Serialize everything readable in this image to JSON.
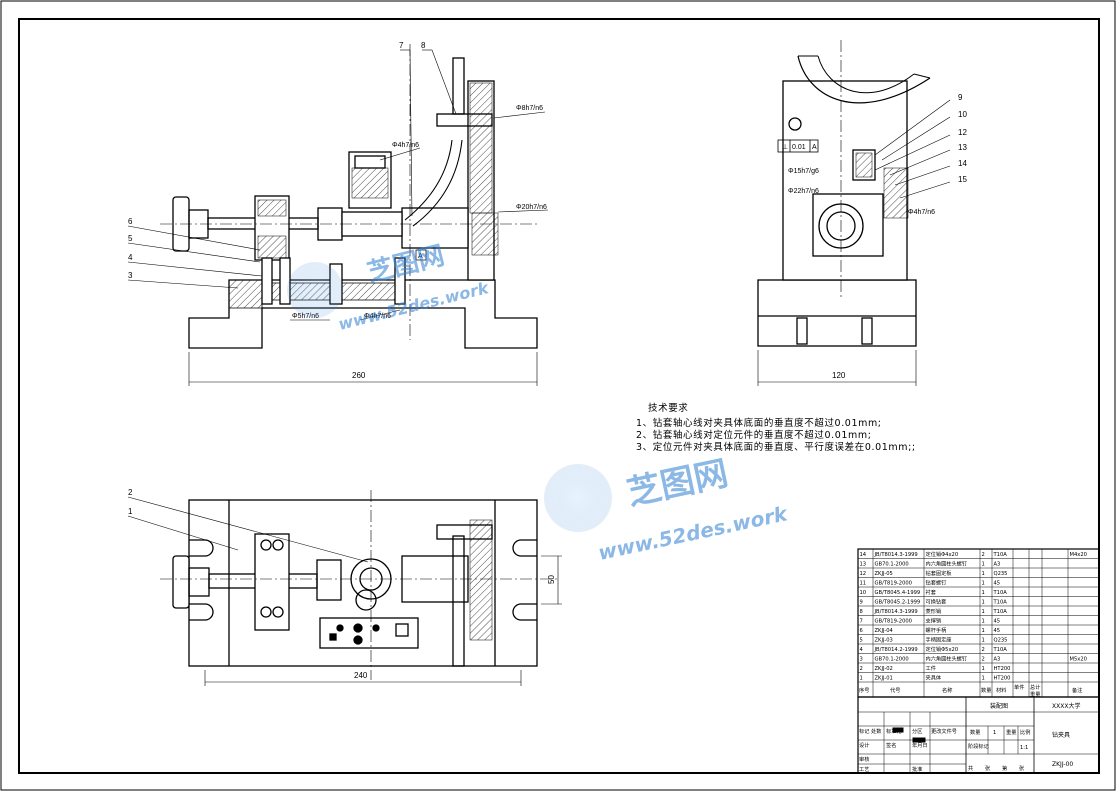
{
  "dimensions": {
    "front_width": "260",
    "side_width": "120",
    "top_width": "240",
    "top_height": "50",
    "fit_bushing_hole": "Φ8h7/n6",
    "fit_pin_upper": "Φ4h7/n6",
    "fit_support": "Φ20h7/n6",
    "fit_base_left": "Φ5h7/n6",
    "fit_base_right": "Φ4h7/n6",
    "fit_side_15": "Φ15h7/g6",
    "fit_side_22": "Φ22h7/n6",
    "fit_side_pin": "Φ4h7/n6",
    "tolerance_frame_value": "0.01",
    "tolerance_frame_datum": "A",
    "datum_mark": "A"
  },
  "balloons": {
    "front": [
      "7",
      "8",
      "6",
      "5",
      "4",
      "3"
    ],
    "side": [
      "9",
      "10",
      "12",
      "13",
      "14",
      "15"
    ],
    "top": [
      "2",
      "1"
    ]
  },
  "notes": {
    "heading": "技术要求",
    "items": [
      "1、钻套轴心线对夹具体底面的垂直度不超过0.01mm;",
      "2、钻套轴心线对定位元件的垂直度不超过0.01mm;",
      "3、定位元件对夹具体底面的垂直度、平行度误差在0.01mm;;"
    ]
  },
  "watermark": {
    "brand": "芝图网",
    "url": "www.52des.work"
  },
  "parts_list": {
    "rows": [
      {
        "no": "14",
        "code": "JB/T8014.3-1999",
        "name": "定位销Φ4x20",
        "qty": "2",
        "material": "T10A",
        "note": "M4x20"
      },
      {
        "no": "13",
        "code": "GB70.1-2000",
        "name": "内六角圆柱头螺钉",
        "qty": "1",
        "material": "A3",
        "note": ""
      },
      {
        "no": "12",
        "code": "ZKJJ-05",
        "name": "钻套固定板",
        "qty": "1",
        "material": "Q235",
        "note": ""
      },
      {
        "no": "11",
        "code": "GB/T819-2000",
        "name": "钻套螺钉",
        "qty": "1",
        "material": "45",
        "note": ""
      },
      {
        "no": "10",
        "code": "GB/T8045.4-1999",
        "name": "衬套",
        "qty": "1",
        "material": "T10A",
        "note": ""
      },
      {
        "no": "9",
        "code": "GB/T8045.2-1999",
        "name": "可换钻套",
        "qty": "1",
        "material": "T10A",
        "note": ""
      },
      {
        "no": "8",
        "code": "JB/T8014.3-1999",
        "name": "菱形销",
        "qty": "1",
        "material": "T10A",
        "note": ""
      },
      {
        "no": "7",
        "code": "GB/T819-2000",
        "name": "支撑销",
        "qty": "1",
        "material": "45",
        "note": ""
      },
      {
        "no": "6",
        "code": "ZKJJ-04",
        "name": "螺杆手柄",
        "qty": "1",
        "material": "45",
        "note": ""
      },
      {
        "no": "5",
        "code": "ZKJJ-03",
        "name": "手柄固定座",
        "qty": "1",
        "material": "Q235",
        "note": ""
      },
      {
        "no": "4",
        "code": "JB/T8014.2-1999",
        "name": "定位销Φ5x20",
        "qty": "2",
        "material": "T10A",
        "note": ""
      },
      {
        "no": "3",
        "code": "GB70.1-2000",
        "name": "内六角圆柱头螺钉",
        "qty": "2",
        "material": "A3",
        "note": "M5x20"
      },
      {
        "no": "2",
        "code": "ZKJJ-02",
        "name": "工件",
        "qty": "1",
        "material": "HT200",
        "note": ""
      },
      {
        "no": "1",
        "code": "ZKJJ-01",
        "name": "夹具体",
        "qty": "1",
        "material": "HT200",
        "note": ""
      }
    ],
    "header": {
      "no": "序号",
      "code": "代号",
      "name": "名称",
      "qty": "数量",
      "material": "材料",
      "unit_weight": "单件",
      "total_weight": "总计",
      "weight": "重量",
      "note": "备注"
    }
  },
  "title_block": {
    "drawing_name": "装配图",
    "school": "XXXX大学",
    "label_qty": "数量",
    "qty_value": "1",
    "label_weight": "重量",
    "label_scale": "比例",
    "scale_value": "1:1",
    "stage_mark": "阶段标记",
    "product_name": "钻夹具",
    "drawing_no": "ZKJJ-00",
    "label_total": "共",
    "label_sheet": "张",
    "label_page": "第",
    "label_zhang": "张",
    "label_mark": "标记",
    "label_count": "处数",
    "label_zone": "分区",
    "label_change": "更改文件号",
    "label_sign": "签名",
    "label_date": "年月日",
    "label_design": "设计",
    "label_std": "标准化",
    "label_review": "审核",
    "label_process": "工艺",
    "label_approve": "批准"
  }
}
